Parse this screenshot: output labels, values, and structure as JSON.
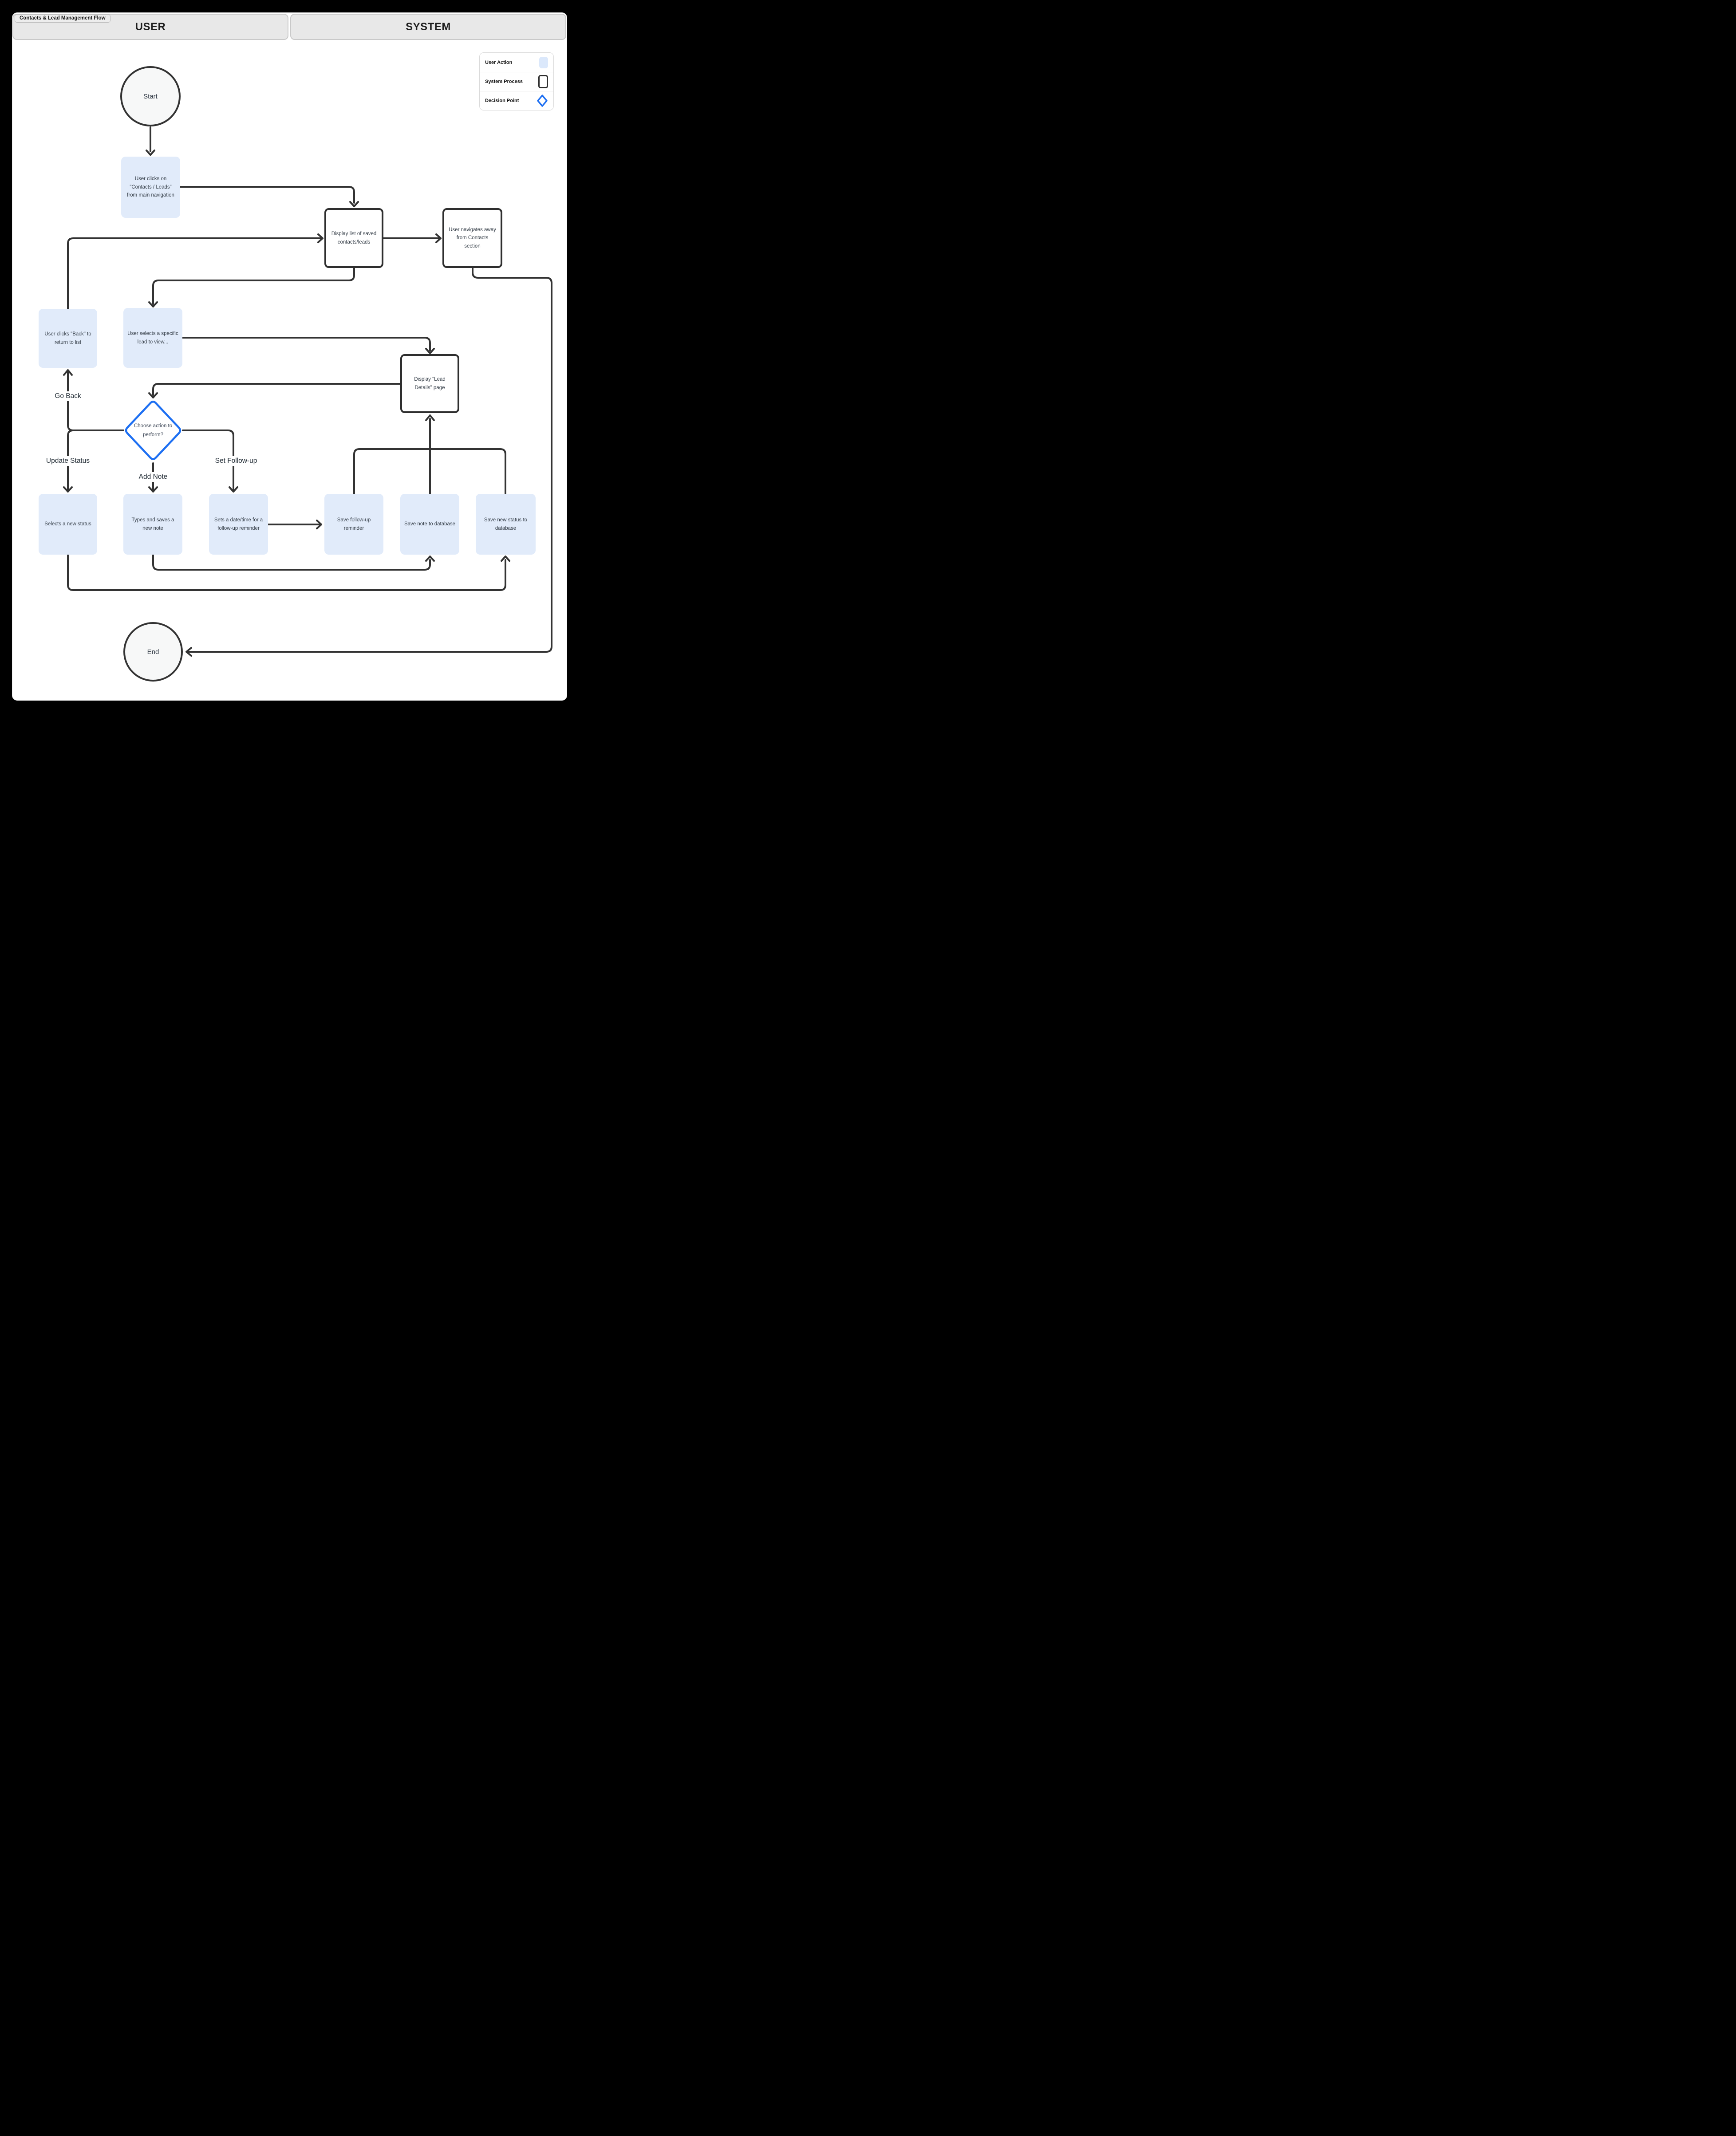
{
  "title": "Contacts & Lead Management Flow",
  "lanes": {
    "user": "USER",
    "system": "SYSTEM"
  },
  "legend": {
    "items": [
      {
        "label": "User Action",
        "type": "user-action"
      },
      {
        "label": "System Process",
        "type": "system-process"
      },
      {
        "label": "Decision Point",
        "type": "decision-point"
      }
    ]
  },
  "nodes": {
    "start": "Start",
    "click_contacts": "User clicks on \"Contacts / Leads\" from main navigation",
    "display_list": "Display list of saved contacts/leads",
    "navigates_away": "User navigates away from Contacts section",
    "click_back": "User clicks \"Back\" to return to list",
    "select_lead": "User selects a specific lead to view...",
    "lead_details": "Display \"Lead Details\" page",
    "choose_action": "Choose action to perform?",
    "selects_status": "Selects a new status",
    "types_note": "Types and saves a new note",
    "sets_datetime": "Sets a date/time for a follow-up reminder",
    "save_followup": "Save follow-up reminder",
    "save_note": "Save note to database",
    "save_status": "Save new status to database",
    "end": "End"
  },
  "edge_labels": {
    "go_back": "Go Back",
    "update_status": "Update Status",
    "add_note": "Add Note",
    "set_followup": "Set Follow-up"
  },
  "colors": {
    "user_action_fill": "#e1ebfa",
    "system_process_border": "#2e2e2e",
    "decision_stroke": "#1d6ff2",
    "connector": "#333333"
  }
}
